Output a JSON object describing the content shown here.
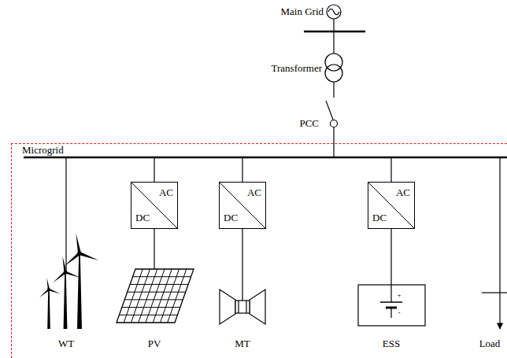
{
  "diagram": {
    "nodes": [
      {
        "text": [
          "Microgrid"
        ]
      },
      {
        "text": [
          "AC",
          "DC"
        ],
        "in": 0
      },
      {
        "text": [
          "AC",
          "DC"
        ],
        "in": 0
      },
      {
        "text": [
          "AC",
          "DC"
        ],
        "in": 0
      }
    ],
    "labels": [
      "Main Grid",
      "Transformer",
      "PCC",
      "WT",
      "PV",
      "MT",
      "ESS",
      "Load",
      "+",
      "-"
    ]
  }
}
